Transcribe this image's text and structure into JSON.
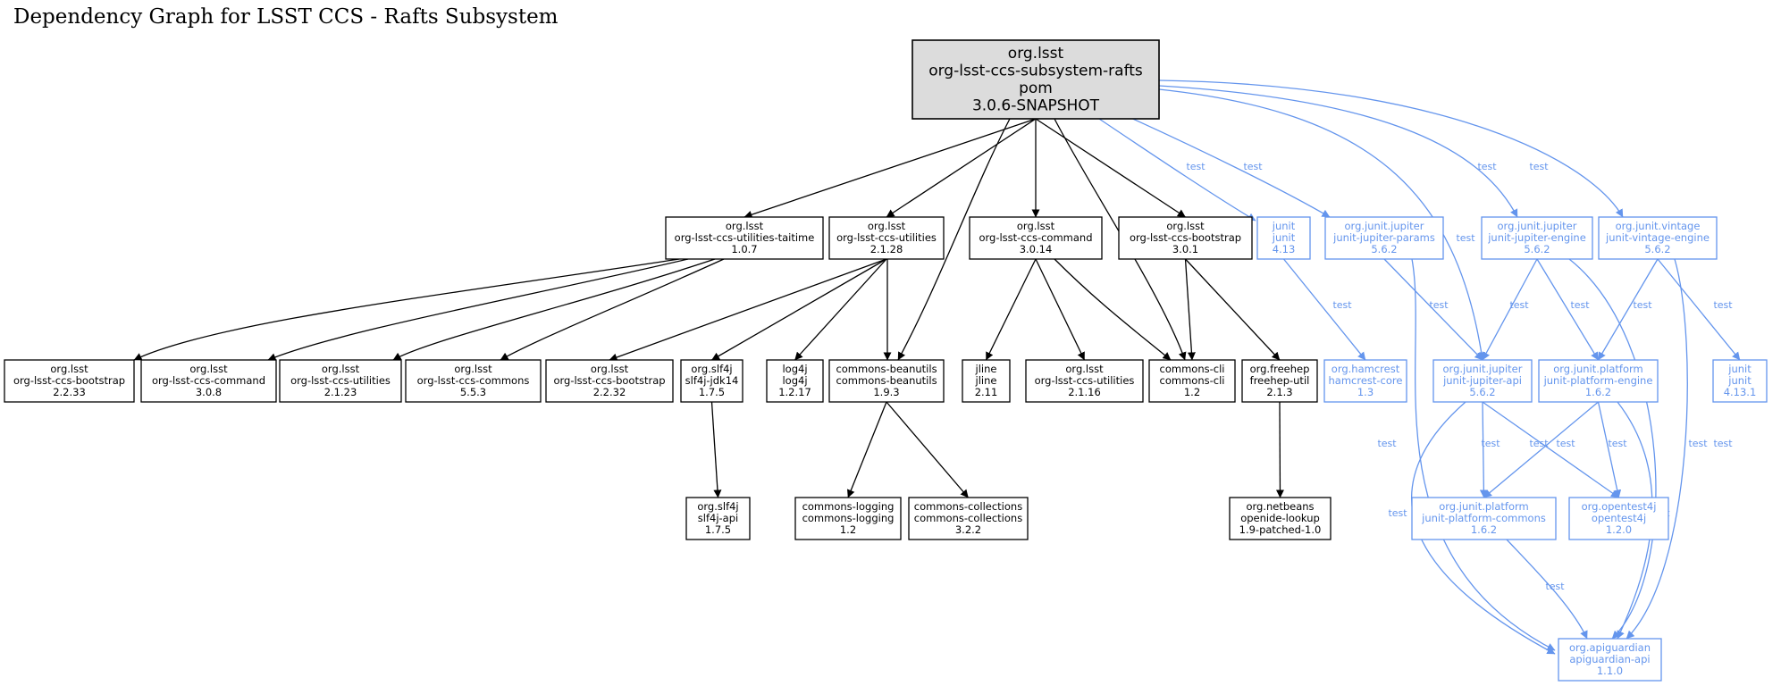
{
  "title": "Dependency Graph for LSST CCS - Rafts Subsystem",
  "colors": {
    "compile": "#000000",
    "test": "#6495ed",
    "root_fill": "#dcdcdc"
  },
  "edge_label_test": "test",
  "nodes": {
    "root": {
      "lines": [
        "org.lsst",
        "org-lsst-ccs-subsystem-rafts",
        "pom",
        "3.0.6-SNAPSHOT"
      ],
      "kind": "root"
    },
    "taitime": {
      "lines": [
        "org.lsst",
        "org-lsst-ccs-utilities-taitime",
        "1.0.7"
      ],
      "kind": "compile"
    },
    "util2128": {
      "lines": [
        "org.lsst",
        "org-lsst-ccs-utilities",
        "2.1.28"
      ],
      "kind": "compile"
    },
    "cmd3014": {
      "lines": [
        "org.lsst",
        "org-lsst-ccs-command",
        "3.0.14"
      ],
      "kind": "compile"
    },
    "boot301": {
      "lines": [
        "org.lsst",
        "org-lsst-ccs-bootstrap",
        "3.0.1"
      ],
      "kind": "compile"
    },
    "junit413": {
      "lines": [
        "junit",
        "junit",
        "4.13"
      ],
      "kind": "test"
    },
    "jparams": {
      "lines": [
        "org.junit.jupiter",
        "junit-jupiter-params",
        "5.6.2"
      ],
      "kind": "test"
    },
    "jengine": {
      "lines": [
        "org.junit.jupiter",
        "junit-jupiter-engine",
        "5.6.2"
      ],
      "kind": "test"
    },
    "vintage": {
      "lines": [
        "org.junit.vintage",
        "junit-vintage-engine",
        "5.6.2"
      ],
      "kind": "test"
    },
    "boot2233": {
      "lines": [
        "org.lsst",
        "org-lsst-ccs-bootstrap",
        "2.2.33"
      ],
      "kind": "compile"
    },
    "cmd308": {
      "lines": [
        "org.lsst",
        "org-lsst-ccs-command",
        "3.0.8"
      ],
      "kind": "compile"
    },
    "util2123": {
      "lines": [
        "org.lsst",
        "org-lsst-ccs-utilities",
        "2.1.23"
      ],
      "kind": "compile"
    },
    "commons553": {
      "lines": [
        "org.lsst",
        "org-lsst-ccs-commons",
        "5.5.3"
      ],
      "kind": "compile"
    },
    "boot2232": {
      "lines": [
        "org.lsst",
        "org-lsst-ccs-bootstrap",
        "2.2.32"
      ],
      "kind": "compile"
    },
    "slf4jjdk": {
      "lines": [
        "org.slf4j",
        "slf4j-jdk14",
        "1.7.5"
      ],
      "kind": "compile"
    },
    "log4j": {
      "lines": [
        "log4j",
        "log4j",
        "1.2.17"
      ],
      "kind": "compile"
    },
    "beanutils": {
      "lines": [
        "commons-beanutils",
        "commons-beanutils",
        "1.9.3"
      ],
      "kind": "compile"
    },
    "jline": {
      "lines": [
        "jline",
        "jline",
        "2.11"
      ],
      "kind": "compile"
    },
    "util2116": {
      "lines": [
        "org.lsst",
        "org-lsst-ccs-utilities",
        "2.1.16"
      ],
      "kind": "compile"
    },
    "cli": {
      "lines": [
        "commons-cli",
        "commons-cli",
        "1.2"
      ],
      "kind": "compile"
    },
    "freehep": {
      "lines": [
        "org.freehep",
        "freehep-util",
        "2.1.3"
      ],
      "kind": "compile"
    },
    "hamcrest": {
      "lines": [
        "org.hamcrest",
        "hamcrest-core",
        "1.3"
      ],
      "kind": "test"
    },
    "japi": {
      "lines": [
        "org.junit.jupiter",
        "junit-jupiter-api",
        "5.6.2"
      ],
      "kind": "test"
    },
    "pengine": {
      "lines": [
        "org.junit.platform",
        "junit-platform-engine",
        "1.6.2"
      ],
      "kind": "test"
    },
    "junit4131": {
      "lines": [
        "junit",
        "junit",
        "4.13.1"
      ],
      "kind": "test"
    },
    "slf4japi": {
      "lines": [
        "org.slf4j",
        "slf4j-api",
        "1.7.5"
      ],
      "kind": "compile"
    },
    "logging": {
      "lines": [
        "commons-logging",
        "commons-logging",
        "1.2"
      ],
      "kind": "compile"
    },
    "collections": {
      "lines": [
        "commons-collections",
        "commons-collections",
        "3.2.2"
      ],
      "kind": "compile"
    },
    "openide": {
      "lines": [
        "org.netbeans",
        "openide-lookup",
        "1.9-patched-1.0"
      ],
      "kind": "compile"
    },
    "pcommons": {
      "lines": [
        "org.junit.platform",
        "junit-platform-commons",
        "1.6.2"
      ],
      "kind": "test"
    },
    "opentest": {
      "lines": [
        "org.opentest4j",
        "opentest4j",
        "1.2.0"
      ],
      "kind": "test"
    },
    "apiguardian": {
      "lines": [
        "org.apiguardian",
        "apiguardian-api",
        "1.1.0"
      ],
      "kind": "test"
    }
  },
  "edges": [
    {
      "from": "root",
      "to": "taitime",
      "scope": "compile"
    },
    {
      "from": "root",
      "to": "util2128",
      "scope": "compile"
    },
    {
      "from": "root",
      "to": "beanutils",
      "scope": "compile"
    },
    {
      "from": "root",
      "to": "cmd3014",
      "scope": "compile"
    },
    {
      "from": "root",
      "to": "cli",
      "scope": "compile"
    },
    {
      "from": "root",
      "to": "boot301",
      "scope": "compile"
    },
    {
      "from": "root",
      "to": "junit413",
      "scope": "test"
    },
    {
      "from": "root",
      "to": "jparams",
      "scope": "test"
    },
    {
      "from": "root",
      "to": "japi",
      "scope": "test"
    },
    {
      "from": "root",
      "to": "jengine",
      "scope": "test"
    },
    {
      "from": "root",
      "to": "vintage",
      "scope": "test"
    },
    {
      "from": "taitime",
      "to": "boot2233",
      "scope": "compile"
    },
    {
      "from": "taitime",
      "to": "cmd308",
      "scope": "compile"
    },
    {
      "from": "taitime",
      "to": "util2123",
      "scope": "compile"
    },
    {
      "from": "taitime",
      "to": "commons553",
      "scope": "compile"
    },
    {
      "from": "util2128",
      "to": "boot2232",
      "scope": "compile"
    },
    {
      "from": "util2128",
      "to": "slf4jjdk",
      "scope": "compile"
    },
    {
      "from": "util2128",
      "to": "log4j",
      "scope": "compile"
    },
    {
      "from": "util2128",
      "to": "beanutils",
      "scope": "compile"
    },
    {
      "from": "cmd3014",
      "to": "jline",
      "scope": "compile"
    },
    {
      "from": "cmd3014",
      "to": "util2116",
      "scope": "compile"
    },
    {
      "from": "cmd3014",
      "to": "cli",
      "scope": "compile"
    },
    {
      "from": "boot301",
      "to": "cli",
      "scope": "compile"
    },
    {
      "from": "boot301",
      "to": "freehep",
      "scope": "compile"
    },
    {
      "from": "slf4jjdk",
      "to": "slf4japi",
      "scope": "compile"
    },
    {
      "from": "beanutils",
      "to": "logging",
      "scope": "compile"
    },
    {
      "from": "beanutils",
      "to": "collections",
      "scope": "compile"
    },
    {
      "from": "freehep",
      "to": "openide",
      "scope": "compile"
    },
    {
      "from": "junit413",
      "to": "hamcrest",
      "scope": "test"
    },
    {
      "from": "jparams",
      "to": "japi",
      "scope": "test"
    },
    {
      "from": "jparams",
      "to": "apiguardian",
      "scope": "test"
    },
    {
      "from": "jengine",
      "to": "japi",
      "scope": "test"
    },
    {
      "from": "jengine",
      "to": "pengine",
      "scope": "test"
    },
    {
      "from": "jengine",
      "to": "apiguardian",
      "scope": "test"
    },
    {
      "from": "vintage",
      "to": "pengine",
      "scope": "test"
    },
    {
      "from": "vintage",
      "to": "junit4131",
      "scope": "test"
    },
    {
      "from": "vintage",
      "to": "apiguardian",
      "scope": "test"
    },
    {
      "from": "japi",
      "to": "pcommons",
      "scope": "test"
    },
    {
      "from": "japi",
      "to": "opentest",
      "scope": "test"
    },
    {
      "from": "japi",
      "to": "apiguardian",
      "scope": "test"
    },
    {
      "from": "pengine",
      "to": "pcommons",
      "scope": "test"
    },
    {
      "from": "pengine",
      "to": "opentest",
      "scope": "test"
    },
    {
      "from": "pengine",
      "to": "apiguardian",
      "scope": "test"
    },
    {
      "from": "pcommons",
      "to": "apiguardian",
      "scope": "test"
    }
  ]
}
